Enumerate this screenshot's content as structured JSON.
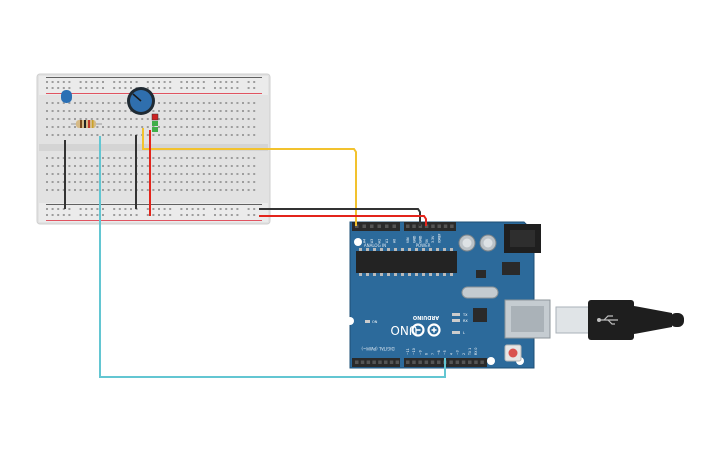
{
  "board": {
    "name": "UNO",
    "brand": "ARDUINO",
    "header_analog": "ANALOG IN",
    "header_power": "POWER",
    "header_digital": "DIGITAL (PWM~)",
    "led_on": "ON",
    "led_tx": "TX",
    "led_rx": "RX",
    "led_l": "L",
    "analog_pins": [
      "A5",
      "A4",
      "A3",
      "A2",
      "A1",
      "A0"
    ],
    "power_pins": [
      "VIN",
      "GND",
      "GND",
      "5V",
      "3.3V",
      "IOREF"
    ],
    "digital_pins": [
      "~11",
      "~10",
      "~9",
      "8",
      "7",
      "~6",
      "~5",
      "4",
      "~3",
      "2",
      "TX 1",
      "RX 0"
    ],
    "color": "#2c6a9b"
  },
  "wires": {
    "yellow": "#f2c22e",
    "red": "#e3241b",
    "black": "#333333",
    "cyan": "#63c6d2"
  },
  "components": {
    "led_color": "#2a6fb4",
    "potentiometer_color": "#2f6fae",
    "resistor_color": "#d6ba86"
  }
}
